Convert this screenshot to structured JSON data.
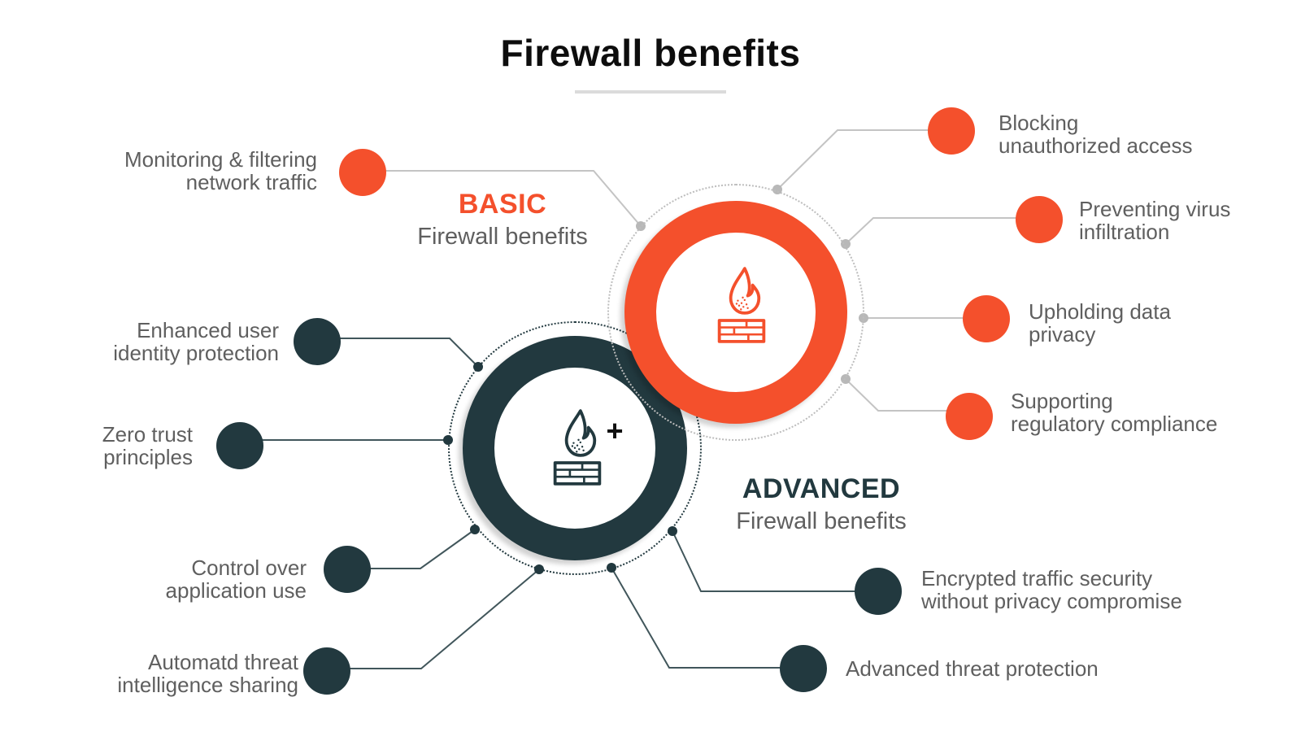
{
  "title": "Firewall benefits",
  "colors": {
    "orange": "#F4502C",
    "dark": "#22393F",
    "textgray": "#5F5F5F",
    "linegray": "#C4C4C4",
    "linedark": "#41565B",
    "titleblack": "#0D0D0D",
    "underline": "#DBDBDB"
  },
  "basic": {
    "heading": "BASIC",
    "subheading": "Firewall benefits",
    "icon": "firewall-flame-brickwall-icon",
    "benefits": [
      {
        "text": "Monitoring & filtering\nnetwork traffic"
      },
      {
        "text": "Blocking\nunauthorized access"
      },
      {
        "text": "Preventing virus\ninfiltration"
      },
      {
        "text": "Upholding data\nprivacy"
      },
      {
        "text": "Supporting\nregulatory compliance"
      }
    ]
  },
  "advanced": {
    "heading": "ADVANCED",
    "subheading": "Firewall benefits",
    "icon": "firewall-flame-brickwall-icon",
    "plus_sign": "+",
    "benefits": [
      {
        "text": "Enhanced user\nidentity protection"
      },
      {
        "text": "Zero trust\nprinciples"
      },
      {
        "text": "Control over\napplication use"
      },
      {
        "text": "Automatd threat\nintelligence sharing"
      },
      {
        "text": "Encrypted traffic security\nwithout privacy compromise"
      },
      {
        "text": "Advanced threat protection"
      }
    ]
  }
}
